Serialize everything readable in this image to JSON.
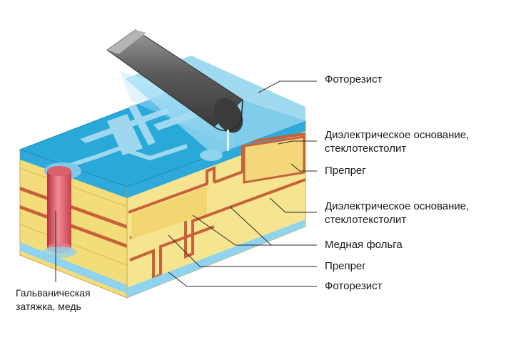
{
  "labels": {
    "photoresist_top": "Фоторезист",
    "dielectric_top_line1": "Диэлектрическое основание,",
    "dielectric_top_line2": "стеклотекстолит",
    "prepreg_top": "Препрег",
    "dielectric_mid_line1": "Диэлектрическое основание,",
    "dielectric_mid_line2": "стеклотекстолит",
    "copper_foil": "Медная фольга",
    "prepreg_bottom": "Препрег",
    "photoresist_bottom": "Фоторезист",
    "plating_line1": "Гальваническая",
    "plating_line2": "затяжка, медь"
  },
  "colors": {
    "photoresist": "#29a9d8",
    "photoresist_light": "#8fd3ee",
    "dielectric_front": "#f3dc7a",
    "dielectric_side": "#f6e590",
    "copper": "#c8613a",
    "via": "#e05b6b",
    "roller": "#5c5c5c",
    "leader": "#2a2a2a"
  }
}
